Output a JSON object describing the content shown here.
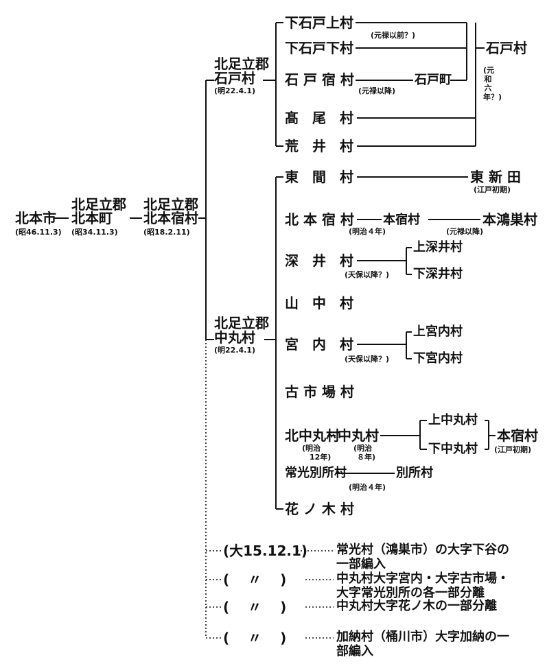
{
  "root": {
    "name": "北本市",
    "date": "(昭46.11.3)"
  },
  "machi": {
    "county": "北足立郡",
    "name": "北本町",
    "date": "(昭34.11.3)"
  },
  "shukumura": {
    "county": "北足立郡",
    "name": "北本宿村",
    "date": "(昭18.2.11)"
  },
  "ishidomura": {
    "county": "北足立郡",
    "name": "石戸村",
    "date": "(明22.4.1)",
    "villages": [
      "下石戸上村",
      "下石戸下村",
      "石 戸 宿 村",
      "髙　尾　村",
      "荒　井　村"
    ],
    "motoroku_izen": "(元禄以前？)",
    "ishidomachi": "石戸町",
    "motoroku_iko": "(元禄以降)",
    "origin": "石戸村",
    "origin_note": "(元和六年？)"
  },
  "nakamaru": {
    "county": "北足立郡",
    "name": "中丸村",
    "date": "(明22.4.1)",
    "villages": [
      "東　間　村",
      "北 本 宿 村",
      "深　井　村",
      "山　中　村",
      "宮　内　村",
      "古 市 場 村",
      "北中丸村",
      "常光別所村",
      "花 ノ 木 村"
    ],
    "higashi_shinden": "東 新 田",
    "edo_shoki": "(江戸初期)",
    "honjuku": "本宿村",
    "meiji4": "(明治４年)",
    "konosu_honjuku": "本鴻巣村",
    "genroku_iko": "(元禄以降)",
    "kamifukai": "上深井村",
    "shimofukai": "下深井村",
    "tenpo_iko": "(天保以降？)",
    "kamimiyauchi": "上宮内村",
    "shimomiyauchi": "下宮内村",
    "nakamaru_mura": "中丸村",
    "meiji12_a": "(明治",
    "meiji12_b": "12年)",
    "meiji8_a": "(明治",
    "meiji8_b": "８年)",
    "kaminakamaru": "上中丸村",
    "shimonakamaru": "下中丸村",
    "honjuku_origin": "本宿村",
    "edo_shoki2": "(江戸初期)",
    "bessho": "別所村"
  },
  "changes": [
    {
      "date": "(大15.12.1)",
      "text": [
        "常光村（鴻巣市）の大字下谷の",
        "一部編入"
      ]
    },
    {
      "date": "(　 〃 　)",
      "text": [
        "中丸村大字宮内・大字古市場・",
        "大字常光別所の各一部分離"
      ]
    },
    {
      "date": "(　 〃 　)",
      "text": [
        "中丸村大字花ノ木の一部分離"
      ]
    },
    {
      "date": "(　 〃 　)",
      "text": [
        "加納村（桶川市）大字加納の一",
        "部編入"
      ]
    }
  ]
}
